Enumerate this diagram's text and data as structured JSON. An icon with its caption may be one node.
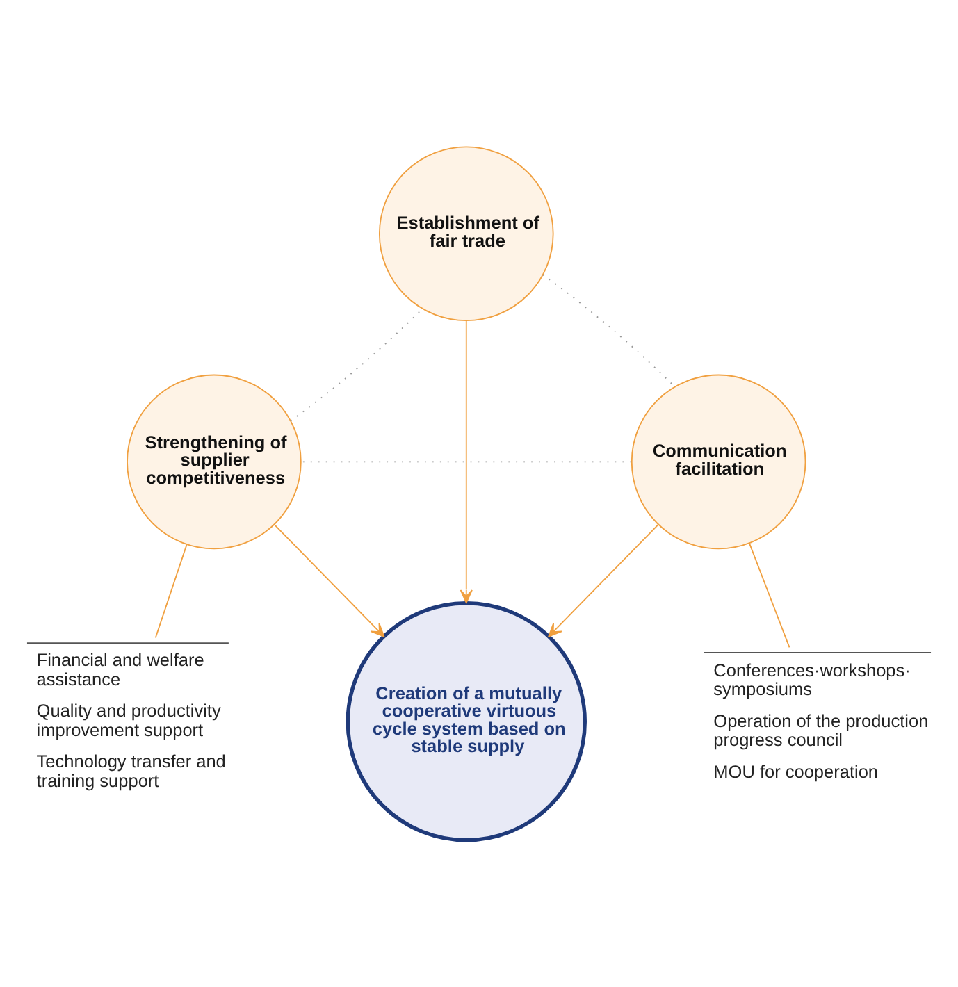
{
  "diagram": {
    "nodes": [
      {
        "text": [
          "Establishment of fair trade"
        ]
      },
      {
        "text": [
          "Creation of a mutually cooperative virtuous cycle system based on stable supply"
        ]
      },
      {
        "text": [
          "Strengthening of supplier competitiveness"
        ]
      },
      {
        "text": [
          "Communication facilitation"
        ]
      },
      {
        "text": [
          "Financial and welfare assistance",
          "Quality and productivity improvement support",
          "Technology transfer and training support"
        ]
      },
      {
        "text": [
          "Conferences·workshops· symposiums",
          "Operation of the production progress council",
          "MOU for cooperation"
        ]
      }
    ],
    "edges": [
      {
        "from": 0,
        "to": 1,
        "arrow": "to"
      },
      {
        "from": 2,
        "to": 1,
        "arrow": "to"
      },
      {
        "from": 3,
        "to": 1,
        "arrow": "to"
      },
      {
        "from": 0,
        "to": 3,
        "arrow": "none",
        "style": "dashed",
        "color": "#999999"
      },
      {
        "from": 3,
        "to": 2,
        "arrow": "none",
        "style": "dashed",
        "color": "#999999"
      },
      {
        "from": 2,
        "to": 0,
        "arrow": "none",
        "style": "dashed",
        "color": "#999999"
      },
      {
        "from": 2,
        "to": 4,
        "arrow": "none"
      },
      {
        "from": 3,
        "to": 5,
        "arrow": "none"
      }
    ]
  }
}
